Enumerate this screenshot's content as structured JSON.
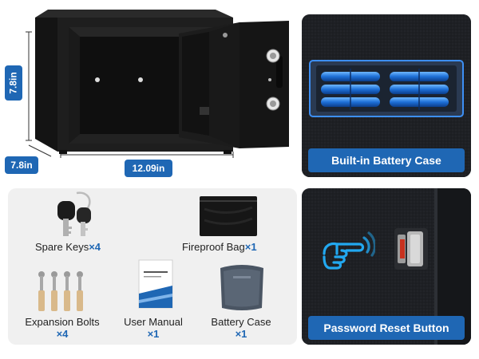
{
  "dimensions": {
    "height": "7.8in",
    "depth": "7.8in",
    "width": "12.09in"
  },
  "panels": {
    "battery_case_caption": "Built-in Battery Case",
    "password_reset_caption": "Password Reset Button"
  },
  "accessories": {
    "spare_keys": {
      "name": "Spare Keys",
      "qty": "×4"
    },
    "fireproof_bag": {
      "name": "Fireproof Bag",
      "qty": "×1"
    },
    "expansion_bolts": {
      "name": "Expansion Bolts",
      "qty": "×4"
    },
    "user_manual": {
      "name": "User Manual",
      "qty": "×1"
    },
    "battery_case": {
      "name": "Battery Case",
      "qty": "×1"
    }
  },
  "colors": {
    "accent": "#1f67b4",
    "safe_body": "#1a1a1a",
    "panel_bg": "#f0f0f0"
  },
  "icons": {
    "reset": "finger-press-icon"
  }
}
